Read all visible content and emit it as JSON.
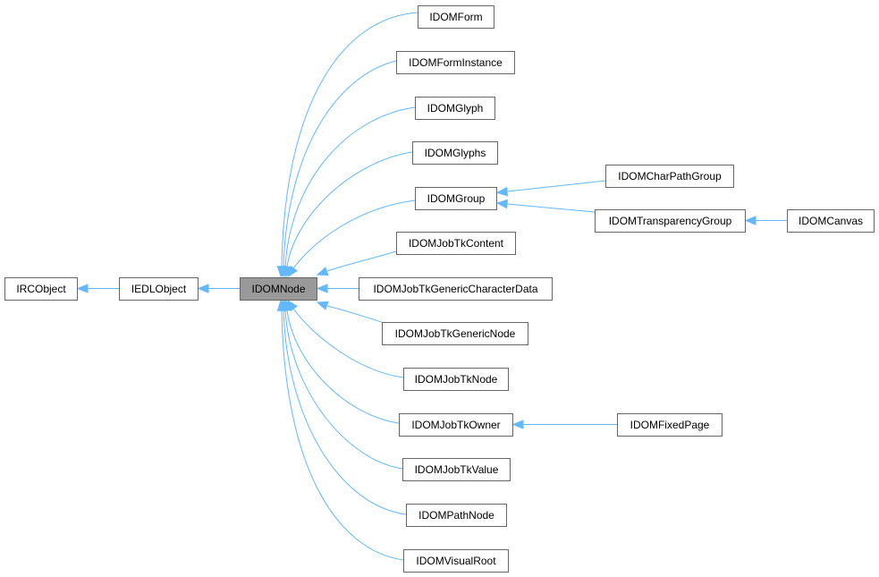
{
  "diagram": {
    "nodes": {
      "IRCObject": "IRCObject",
      "IEDLObject": "IEDLObject",
      "IDOMNode": "IDOMNode",
      "IDOMForm": "IDOMForm",
      "IDOMFormInstance": "IDOMFormInstance",
      "IDOMGlyph": "IDOMGlyph",
      "IDOMGlyphs": "IDOMGlyphs",
      "IDOMGroup": "IDOMGroup",
      "IDOMJobTkContent": "IDOMJobTkContent",
      "IDOMJobTkGenericCharacterData": "IDOMJobTkGenericCharacterData",
      "IDOMJobTkGenericNode": "IDOMJobTkGenericNode",
      "IDOMJobTkNode": "IDOMJobTkNode",
      "IDOMJobTkOwner": "IDOMJobTkOwner",
      "IDOMJobTkValue": "IDOMJobTkValue",
      "IDOMPathNode": "IDOMPathNode",
      "IDOMVisualRoot": "IDOMVisualRoot",
      "IDOMCharPathGroup": "IDOMCharPathGroup",
      "IDOMTransparencyGroup": "IDOMTransparencyGroup",
      "IDOMCanvas": "IDOMCanvas",
      "IDOMFixedPage": "IDOMFixedPage"
    },
    "current_node": "IDOMNode",
    "edges": [
      {
        "from": "IEDLObject",
        "to": "IRCObject"
      },
      {
        "from": "IDOMNode",
        "to": "IEDLObject"
      },
      {
        "from": "IDOMForm",
        "to": "IDOMNode"
      },
      {
        "from": "IDOMFormInstance",
        "to": "IDOMNode"
      },
      {
        "from": "IDOMGlyph",
        "to": "IDOMNode"
      },
      {
        "from": "IDOMGlyphs",
        "to": "IDOMNode"
      },
      {
        "from": "IDOMGroup",
        "to": "IDOMNode"
      },
      {
        "from": "IDOMJobTkContent",
        "to": "IDOMNode"
      },
      {
        "from": "IDOMJobTkGenericCharacterData",
        "to": "IDOMNode"
      },
      {
        "from": "IDOMJobTkGenericNode",
        "to": "IDOMNode"
      },
      {
        "from": "IDOMJobTkNode",
        "to": "IDOMNode"
      },
      {
        "from": "IDOMJobTkOwner",
        "to": "IDOMNode"
      },
      {
        "from": "IDOMJobTkValue",
        "to": "IDOMNode"
      },
      {
        "from": "IDOMPathNode",
        "to": "IDOMNode"
      },
      {
        "from": "IDOMVisualRoot",
        "to": "IDOMNode"
      },
      {
        "from": "IDOMCharPathGroup",
        "to": "IDOMGroup"
      },
      {
        "from": "IDOMTransparencyGroup",
        "to": "IDOMGroup"
      },
      {
        "from": "IDOMCanvas",
        "to": "IDOMTransparencyGroup"
      },
      {
        "from": "IDOMFixedPage",
        "to": "IDOMJobTkOwner"
      }
    ],
    "colors": {
      "edge": "#63b8ff",
      "current_fill": "#999999",
      "box_stroke": "#666666"
    }
  }
}
